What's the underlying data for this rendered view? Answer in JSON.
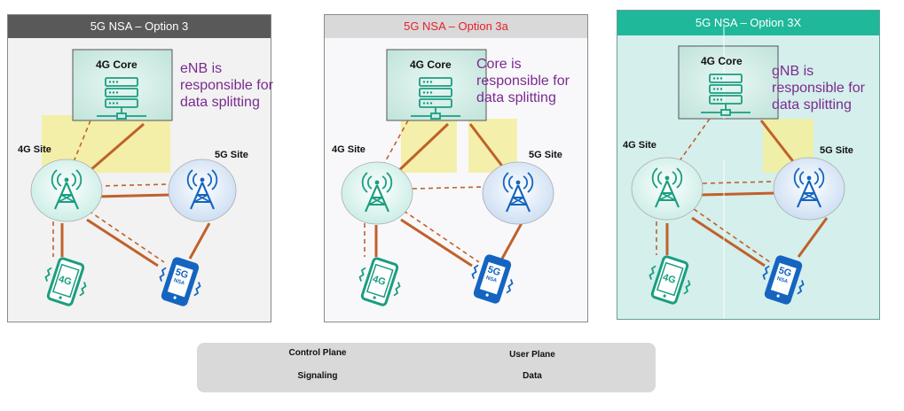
{
  "panels": [
    {
      "title": "5G NSA – Option 3",
      "title_color": "#ffffff",
      "header_bg": "#595959",
      "core_label": "4G Core",
      "site4g_label": "4G Site",
      "site5g_label": "5G Site",
      "note": [
        "eNB is",
        "responsible for",
        "data splitting"
      ],
      "device_4g": "4G",
      "device_5g": "5G",
      "device_5g_sub": "NSA"
    },
    {
      "title": "5G NSA – Option 3a",
      "title_color": "#e8202a",
      "header_bg": "#d9d9d9",
      "core_label": "4G Core",
      "site4g_label": "4G Site",
      "site5g_label": "5G Site",
      "note": [
        "Core is",
        "responsible for",
        "data splitting"
      ],
      "device_4g": "4G",
      "device_5g": "5G",
      "device_5g_sub": "NSA"
    },
    {
      "title": "5G NSA – Option 3X",
      "title_color": "#ffffff",
      "header_bg": "#1fb89a",
      "core_label": "4G Core",
      "site4g_label": "4G Site",
      "site5g_label": "5G Site",
      "note": [
        "gNB is",
        "responsible for",
        "data splitting"
      ],
      "device_4g": "4G",
      "device_5g": "5G",
      "device_5g_sub": "NSA"
    }
  ],
  "legend": {
    "control_plane": "Control Plane",
    "signaling": "Signaling",
    "user_plane": "User Plane",
    "data": "Data"
  },
  "colors": {
    "link": "#c0612b",
    "teal": "#1a9e80",
    "blue": "#1565c0",
    "highlight": "#f3ef9c",
    "note": "#7b2a8e"
  }
}
